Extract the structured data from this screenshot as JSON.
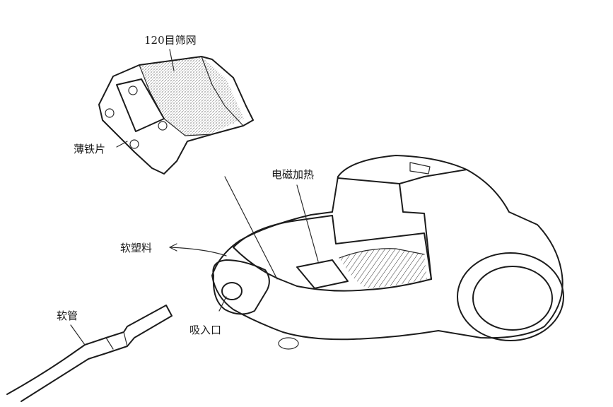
{
  "labels": {
    "screen_mesh": "120目筛网",
    "thin_iron_sheet": "薄铁片",
    "induction_heating": "电磁加热",
    "soft_plastic": "软塑料",
    "hose": "软管",
    "suction_inlet": "吸入口"
  }
}
